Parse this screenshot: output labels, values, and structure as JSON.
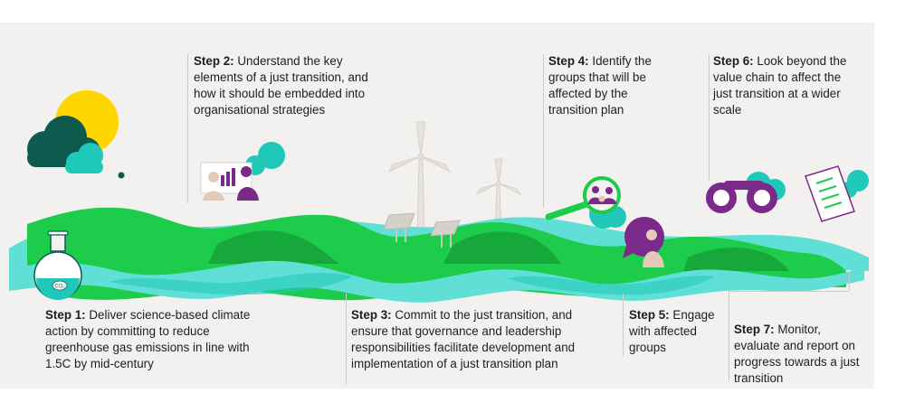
{
  "steps": [
    {
      "label": "Step 1:",
      "text": "Deliver science-based climate action by committing to reduce greenhouse gas emissions in line with 1.5C by mid-century",
      "icon": "flask-icon"
    },
    {
      "label": "Step 2:",
      "text": "Understand the key elements of a just transition, and how it should be embedded into organisational strategies",
      "icon": "presentation-icon"
    },
    {
      "label": "Step 3:",
      "text": "Commit to the just transition, and ensure that governance and leadership responsibilities facilitate development and implementation of a just transition plan",
      "icon": "solar-panel-icon"
    },
    {
      "label": "Step 4:",
      "text": "Identify the groups that will be affected by the transition plan",
      "icon": "magnifier-icon"
    },
    {
      "label": "Step 5:",
      "text": "Engage with affected groups",
      "icon": "speech-bubble-icon"
    },
    {
      "label": "Step 6:",
      "text": "Look beyond the value chain to affect the just transition at a wider scale",
      "icon": "binoculars-icon"
    },
    {
      "label": "Step 7:",
      "text": "Monitor, evaluate and report on progress towards a just transition",
      "icon": "checklist-icon"
    }
  ],
  "flask_label": "CO₂",
  "colors": {
    "green": "#1ecc4b",
    "dark_green": "#17a83b",
    "turquoise": "#5fdfd6",
    "teal": "#1fc8b8",
    "purple": "#7b2a8a",
    "dark_teal": "#0e5a4e",
    "sun": "#ffd500",
    "background": "#f3f1ef"
  }
}
